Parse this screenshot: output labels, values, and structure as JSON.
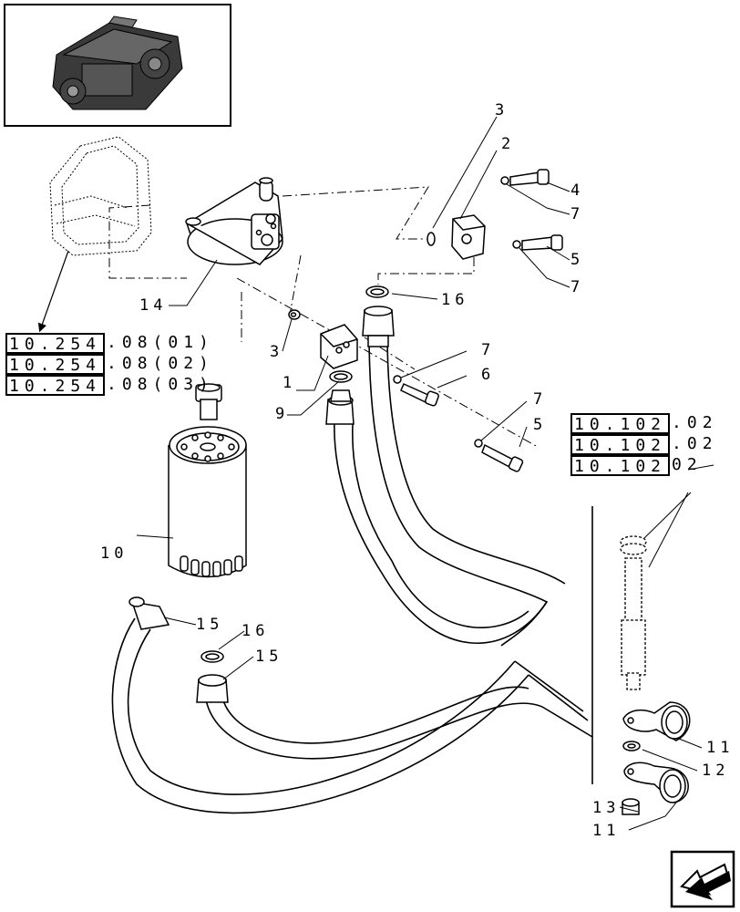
{
  "references_left": [
    {
      "code": "10.254",
      "suffix": ".08(01)"
    },
    {
      "code": "10.254",
      "suffix": ".08(02)"
    },
    {
      "code": "10.254",
      "suffix": ".08(03)"
    }
  ],
  "references_right": [
    {
      "code": "10.102",
      "suffix": ".02"
    },
    {
      "code": "10.102",
      "suffix": ".02"
    },
    {
      "code": "10.102",
      "suffix": "02"
    }
  ],
  "callouts": {
    "c1": "1",
    "c2": "2",
    "c3a": "3",
    "c3b": "3",
    "c4": "4",
    "c5a": "5",
    "c5b": "5",
    "c6": "6",
    "c7a": "7",
    "c7b": "7",
    "c7c": "7",
    "c7d": "7",
    "c9": "9",
    "c10": "10",
    "c11a": "11",
    "c11b": "11",
    "c12": "12",
    "c13": "13",
    "c14": "14",
    "c15a": "15",
    "c15b": "15",
    "c16a": "16",
    "c16b": "16"
  },
  "icons": {
    "engine_thumbnail": "engine-thumbnail-icon",
    "nav_arrow": "next-page-arrow-icon"
  }
}
